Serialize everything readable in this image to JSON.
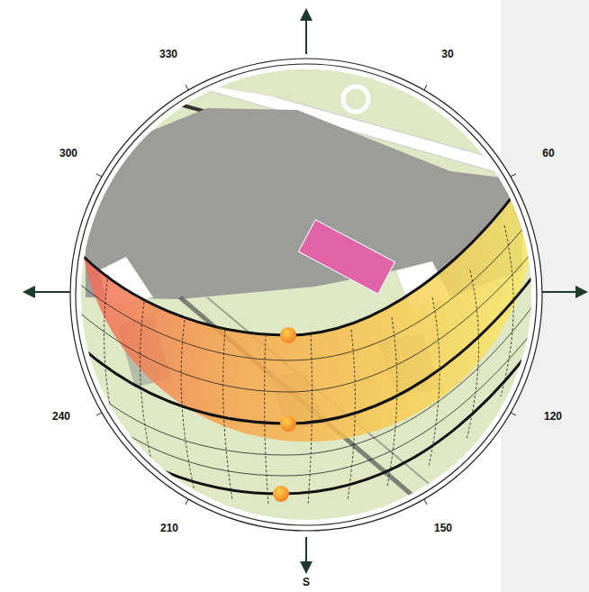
{
  "diagram": {
    "labels": [
      "330",
      "30",
      "300",
      "60",
      "240",
      "120",
      "210",
      "150",
      "S"
    ]
  }
}
